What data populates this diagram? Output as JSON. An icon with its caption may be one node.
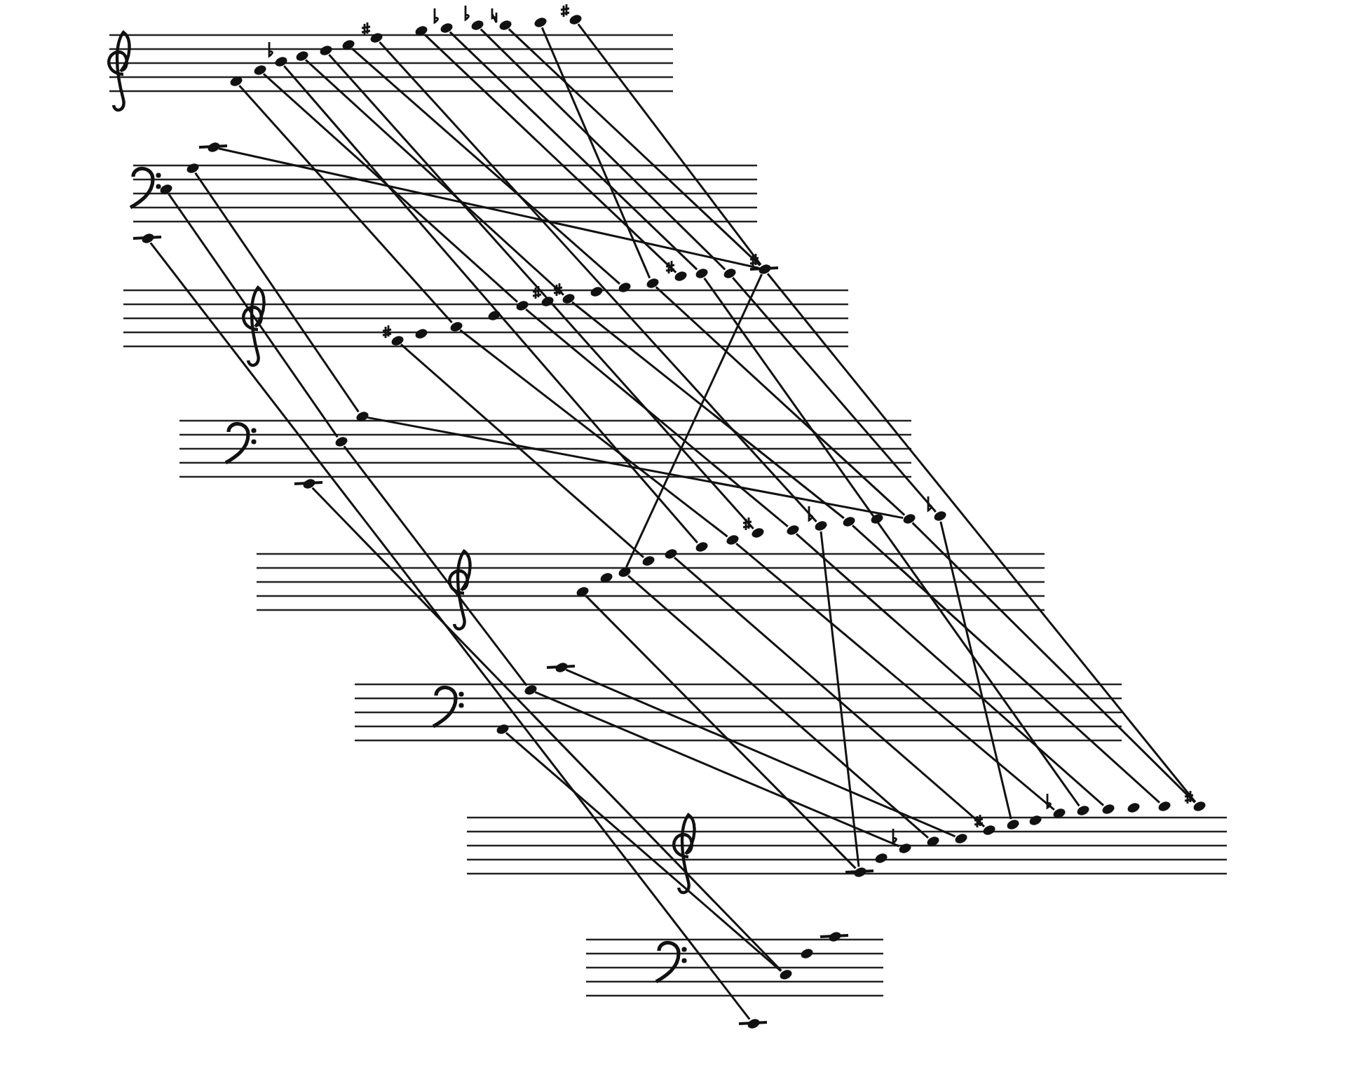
{
  "diagram": {
    "nodes": [
      {
        "text": [],
        "shape": "circle"
      },
      {
        "text": [],
        "shape": "circle"
      },
      {
        "text": [],
        "shape": "circle"
      },
      {
        "text": [],
        "shape": "circle"
      },
      {
        "text": [],
        "shape": "circle"
      },
      {
        "text": [],
        "shape": "circle"
      },
      {
        "text": [],
        "shape": "circle"
      },
      {
        "text": [],
        "shape": "circle"
      },
      {
        "text": [],
        "shape": "circle"
      },
      {
        "text": [],
        "shape": "circle"
      },
      {
        "text": [],
        "shape": "circle"
      },
      {
        "text": [],
        "shape": "circle"
      },
      {
        "text": [],
        "shape": "circle"
      },
      {
        "text": [],
        "shape": "circle"
      },
      {
        "text": [],
        "shape": "circle"
      },
      {
        "text": [],
        "shape": "circle"
      },
      {
        "text": [],
        "shape": "circle"
      },
      {
        "text": [],
        "shape": "circle"
      },
      {
        "text": [],
        "shape": "circle"
      },
      {
        "text": [],
        "shape": "circle"
      },
      {
        "text": [],
        "shape": "circle"
      },
      {
        "text": [],
        "shape": "circle"
      },
      {
        "text": [],
        "shape": "circle"
      },
      {
        "text": [],
        "shape": "circle"
      },
      {
        "text": [],
        "shape": "circle"
      },
      {
        "text": [],
        "shape": "circle"
      },
      {
        "text": [],
        "shape": "circle"
      },
      {
        "text": [],
        "shape": "circle"
      },
      {
        "text": [],
        "shape": "circle"
      },
      {
        "text": [],
        "shape": "circle"
      },
      {
        "text": [],
        "shape": "circle"
      },
      {
        "text": [],
        "shape": "circle"
      },
      {
        "text": [],
        "shape": "circle"
      },
      {
        "text": [],
        "shape": "circle"
      },
      {
        "text": [],
        "shape": "circle"
      },
      {
        "text": [],
        "shape": "circle"
      },
      {
        "text": [],
        "shape": "circle"
      },
      {
        "text": [],
        "shape": "circle"
      },
      {
        "text": [],
        "shape": "circle"
      },
      {
        "text": [],
        "shape": "circle"
      },
      {
        "text": [],
        "shape": "circle"
      },
      {
        "text": [],
        "shape": "circle"
      },
      {
        "text": [],
        "shape": "circle"
      },
      {
        "text": [],
        "shape": "circle"
      },
      {
        "text": [],
        "shape": "circle"
      },
      {
        "text": [],
        "shape": "circle"
      },
      {
        "text": [],
        "shape": "circle"
      },
      {
        "text": [],
        "shape": "circle"
      },
      {
        "text": [],
        "shape": "circle"
      },
      {
        "text": [],
        "shape": "circle"
      },
      {
        "text": [],
        "shape": "circle"
      },
      {
        "text": [],
        "shape": "circle"
      },
      {
        "text": [],
        "shape": "circle"
      },
      {
        "text": [],
        "shape": "circle"
      },
      {
        "text": [],
        "shape": "circle"
      },
      {
        "text": [],
        "shape": "circle"
      },
      {
        "text": [],
        "shape": "circle"
      },
      {
        "text": [],
        "shape": "circle"
      },
      {
        "text": [],
        "shape": "circle"
      },
      {
        "text": [],
        "shape": "circle"
      },
      {
        "text": [],
        "shape": "circle"
      },
      {
        "text": [],
        "shape": "circle"
      },
      {
        "text": [],
        "shape": "circle"
      },
      {
        "text": [],
        "shape": "circle"
      },
      {
        "text": [],
        "shape": "circle"
      },
      {
        "text": [],
        "shape": "circle"
      },
      {
        "text": [],
        "shape": "circle"
      },
      {
        "text": [],
        "shape": "circle"
      },
      {
        "text": [],
        "shape": "circle"
      }
    ],
    "edges": [
      {
        "from": 0,
        "to": 19,
        "arrow": "none"
      },
      {
        "from": 1,
        "to": 21,
        "arrow": "none"
      },
      {
        "from": 3,
        "to": 23,
        "arrow": "none"
      },
      {
        "from": 5,
        "to": 25,
        "arrow": "none"
      },
      {
        "from": 7,
        "to": 27,
        "arrow": "none"
      },
      {
        "from": 8,
        "to": 28,
        "arrow": "none"
      },
      {
        "from": 9,
        "to": 29,
        "arrow": "none"
      },
      {
        "from": 10,
        "to": 30,
        "arrow": "none"
      },
      {
        "from": 12,
        "to": 30,
        "arrow": "none"
      },
      {
        "from": 11,
        "to": 26,
        "arrow": "none"
      },
      {
        "from": 2,
        "to": 39,
        "arrow": "none"
      },
      {
        "from": 4,
        "to": 41,
        "arrow": "none"
      },
      {
        "from": 6,
        "to": 43,
        "arrow": "none"
      },
      {
        "from": 16,
        "to": 30,
        "arrow": "none"
      },
      {
        "from": 15,
        "to": 33,
        "arrow": "none"
      },
      {
        "from": 13,
        "to": 65,
        "arrow": "none"
      },
      {
        "from": 14,
        "to": 32,
        "arrow": "none"
      },
      {
        "from": 33,
        "to": 46,
        "arrow": "none"
      },
      {
        "from": 31,
        "to": 66,
        "arrow": "none"
      },
      {
        "from": 32,
        "to": 49,
        "arrow": "none"
      },
      {
        "from": 17,
        "to": 37,
        "arrow": "none"
      },
      {
        "from": 19,
        "to": 40,
        "arrow": "none"
      },
      {
        "from": 21,
        "to": 42,
        "arrow": "none"
      },
      {
        "from": 23,
        "to": 44,
        "arrow": "none"
      },
      {
        "from": 26,
        "to": 46,
        "arrow": "none"
      },
      {
        "from": 29,
        "to": 47,
        "arrow": "none"
      },
      {
        "from": 28,
        "to": 60,
        "arrow": "none"
      },
      {
        "from": 30,
        "to": 64,
        "arrow": "none"
      },
      {
        "from": 30,
        "to": 36,
        "arrow": "none"
      },
      {
        "from": 34,
        "to": 51,
        "arrow": "none"
      },
      {
        "from": 36,
        "to": 54,
        "arrow": "none"
      },
      {
        "from": 38,
        "to": 56,
        "arrow": "none"
      },
      {
        "from": 40,
        "to": 59,
        "arrow": "none"
      },
      {
        "from": 42,
        "to": 61,
        "arrow": "none"
      },
      {
        "from": 44,
        "to": 63,
        "arrow": "none"
      },
      {
        "from": 46,
        "to": 64,
        "arrow": "none"
      },
      {
        "from": 47,
        "to": 57,
        "arrow": "none"
      },
      {
        "from": 43,
        "to": 51,
        "arrow": "none"
      },
      {
        "from": 50,
        "to": 55,
        "arrow": "none"
      },
      {
        "from": 49,
        "to": 53,
        "arrow": "none"
      },
      {
        "from": 48,
        "to": 66,
        "arrow": "none"
      }
    ]
  }
}
